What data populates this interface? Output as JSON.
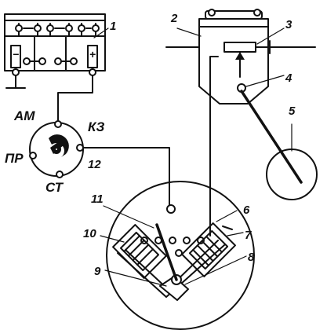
{
  "callouts": {
    "n1": "1",
    "n2": "2",
    "n3": "3",
    "n4": "4",
    "n5": "5",
    "n6": "6",
    "n7": "7",
    "n8": "8",
    "n9": "9",
    "n10": "10",
    "n11": "11",
    "n12": "12"
  },
  "switch_labels": {
    "am": "АМ",
    "kz": "КЗ",
    "pr": "ПР",
    "st": "СТ"
  },
  "battery_terminals": {
    "minus": "−",
    "plus": "+"
  }
}
